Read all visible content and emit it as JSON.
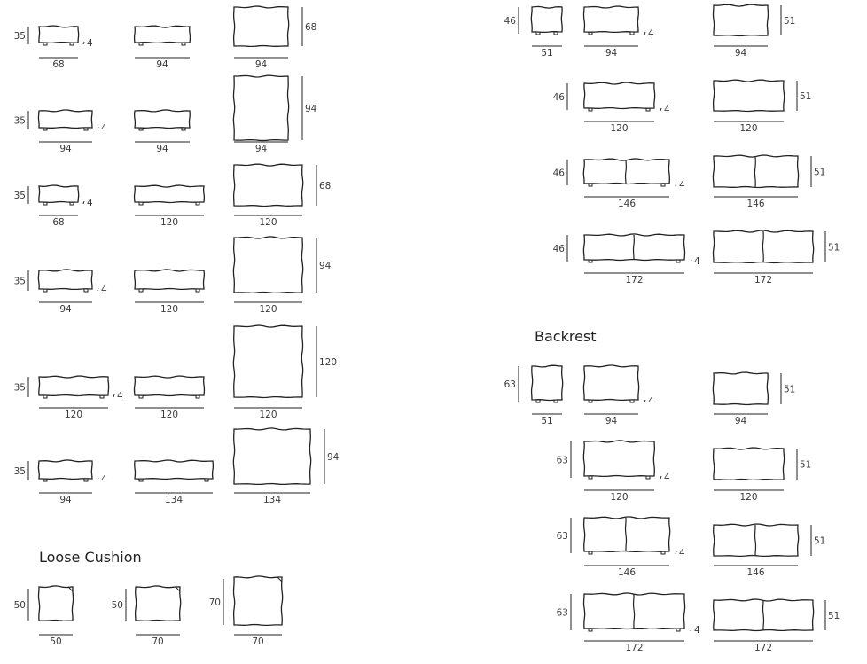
{
  "headings": {
    "loose_cushion": "Loose Cushion",
    "backrest": "Backrest"
  },
  "seat_modules": [
    {
      "front_height": "35",
      "foot_height": "4",
      "front_width_a": "68",
      "front_width_b": "94",
      "top_width": "94",
      "top_depth": "68"
    },
    {
      "front_height": "35",
      "foot_height": "4",
      "front_width_a": "94",
      "front_width_b": "94",
      "top_width": "94",
      "top_depth": "94"
    },
    {
      "front_height": "35",
      "foot_height": "4",
      "front_width_a": "68",
      "front_width_b": "120",
      "top_width": "120",
      "top_depth": "68"
    },
    {
      "front_height": "35",
      "foot_height": "4",
      "front_width_a": "94",
      "front_width_b": "120",
      "top_width": "120",
      "top_depth": "94"
    },
    {
      "front_height": "35",
      "foot_height": "4",
      "front_width_a": "120",
      "front_width_b": "120",
      "top_width": "120",
      "top_depth": "120"
    },
    {
      "front_height": "35",
      "foot_height": "4",
      "front_width_a": "94",
      "front_width_b": "134",
      "top_width": "134",
      "top_depth": "94"
    }
  ],
  "cushions": [
    {
      "height": "50",
      "width": "50"
    },
    {
      "height": "50",
      "width": "70"
    },
    {
      "height": "70",
      "width": "70"
    }
  ],
  "arm_modules": [
    {
      "height": "46",
      "foot_height": "4",
      "small_width": "51",
      "front_width": "94",
      "top_width": "94",
      "top_depth": "51"
    },
    {
      "height": "46",
      "foot_height": "4",
      "front_width": "120",
      "top_width": "120",
      "top_depth": "51"
    },
    {
      "height": "46",
      "foot_height": "4",
      "front_width": "146",
      "top_width": "146",
      "top_depth": "51"
    },
    {
      "height": "46",
      "foot_height": "4",
      "front_width": "172",
      "top_width": "172",
      "top_depth": "51"
    }
  ],
  "backrest_modules": [
    {
      "height": "63",
      "foot_height": "4",
      "small_width": "51",
      "front_width": "94",
      "top_width": "94",
      "top_depth": "51"
    },
    {
      "height": "63",
      "foot_height": "4",
      "front_width": "120",
      "top_width": "120",
      "top_depth": "51"
    },
    {
      "height": "63",
      "foot_height": "4",
      "front_width": "146",
      "top_width": "146",
      "top_depth": "51"
    },
    {
      "height": "63",
      "foot_height": "4",
      "front_width": "172",
      "top_width": "172",
      "top_depth": "51"
    }
  ]
}
